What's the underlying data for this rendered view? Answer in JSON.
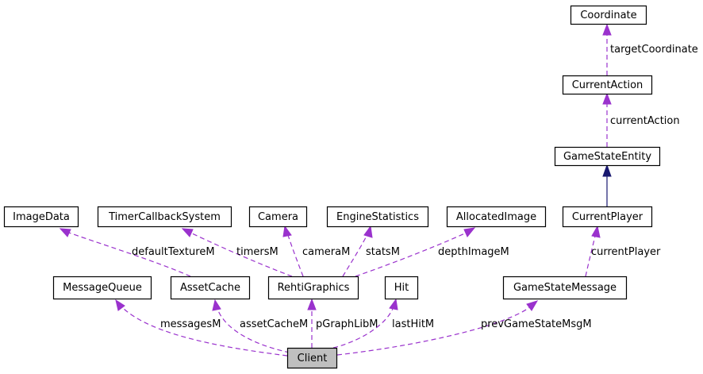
{
  "nodes": {
    "coordinate": "Coordinate",
    "current_action": "CurrentAction",
    "game_state_entity": "GameStateEntity",
    "current_player": "CurrentPlayer",
    "image_data": "ImageData",
    "timer_callback_system": "TimerCallbackSystem",
    "camera": "Camera",
    "engine_statistics": "EngineStatistics",
    "allocated_image": "AllocatedImage",
    "message_queue": "MessageQueue",
    "asset_cache": "AssetCache",
    "rehti_graphics": "RehtiGraphics",
    "hit": "Hit",
    "game_state_message": "GameStateMessage",
    "client": "Client"
  },
  "edge_labels": {
    "target_coordinate": "targetCoordinate",
    "current_action": "currentAction",
    "current_player": "currentPlayer",
    "default_texture": "defaultTextureM",
    "timers": "timersM",
    "camera": "cameraM",
    "stats": "statsM",
    "depth_image": "depthImageM",
    "messages": "messagesM",
    "asset_cache": "assetCacheM",
    "graph_lib": "pGraphLibM",
    "last_hit": "lastHitM",
    "prev_game_state": "prevGameStateMsgM"
  },
  "colors": {
    "usage_edge": "#9a32cd",
    "inheritance_edge": "#191970",
    "focus_node_fill": "#bfbfbf"
  }
}
